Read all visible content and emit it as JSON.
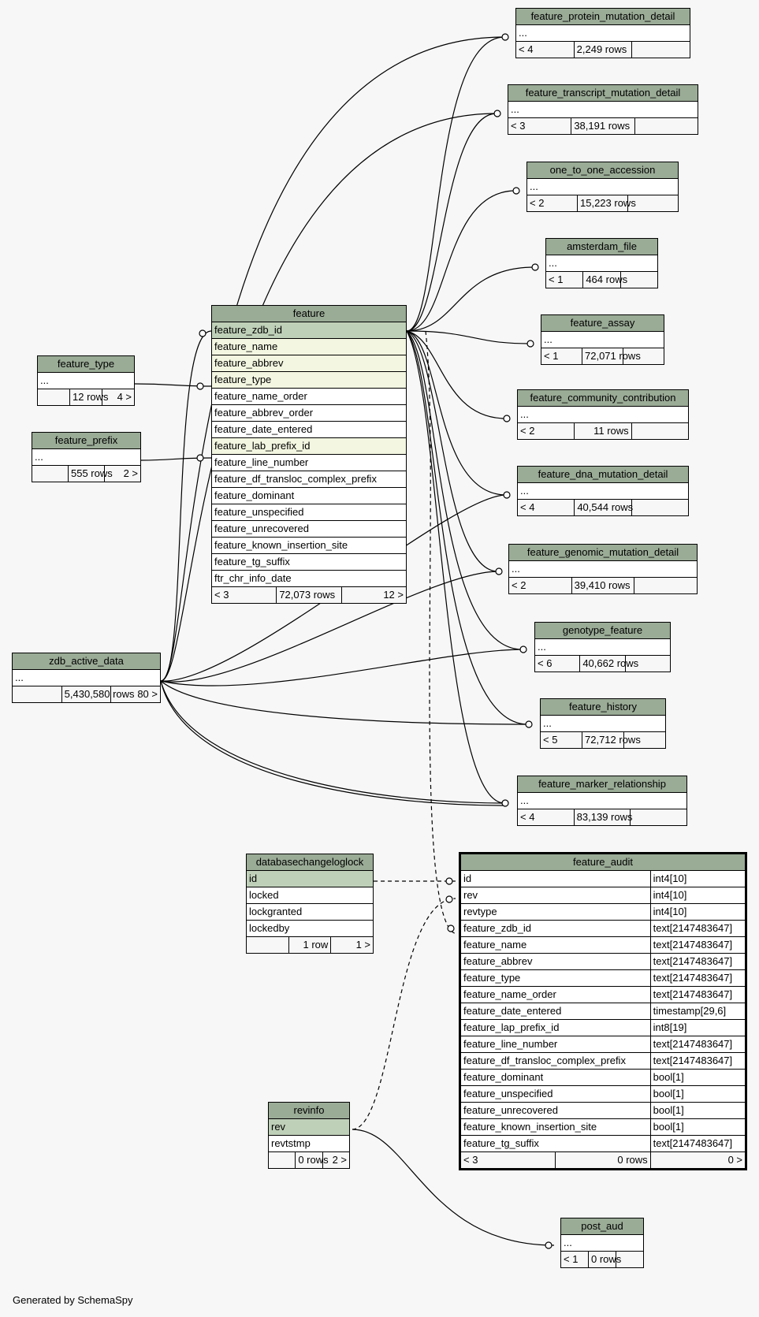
{
  "footer": "Generated by SchemaSpy",
  "tables": {
    "feature_protein_mutation_detail": {
      "name": "feature_protein_mutation_detail",
      "dots": "...",
      "parents": "< 4",
      "rows": "2,249 rows",
      "children": ""
    },
    "feature_transcript_mutation_detail": {
      "name": "feature_transcript_mutation_detail",
      "dots": "...",
      "parents": "< 3",
      "rows": "38,191 rows",
      "children": ""
    },
    "one_to_one_accession": {
      "name": "one_to_one_accession",
      "dots": "...",
      "parents": "< 2",
      "rows": "15,223 rows",
      "children": ""
    },
    "amsterdam_file": {
      "name": "amsterdam_file",
      "dots": "...",
      "parents": "< 1",
      "rows": "464 rows",
      "children": ""
    },
    "feature_assay": {
      "name": "feature_assay",
      "dots": "...",
      "parents": "< 1",
      "rows": "72,071 rows",
      "children": ""
    },
    "feature_community_contribution": {
      "name": "feature_community_contribution",
      "dots": "...",
      "parents": "< 2",
      "rows": "11 rows",
      "children": ""
    },
    "feature_dna_mutation_detail": {
      "name": "feature_dna_mutation_detail",
      "dots": "...",
      "parents": "< 4",
      "rows": "40,544 rows",
      "children": ""
    },
    "feature_genomic_mutation_detail": {
      "name": "feature_genomic_mutation_detail",
      "dots": "...",
      "parents": "< 2",
      "rows": "39,410 rows",
      "children": ""
    },
    "genotype_feature": {
      "name": "genotype_feature",
      "dots": "...",
      "parents": "< 6",
      "rows": "40,662 rows",
      "children": ""
    },
    "feature_history": {
      "name": "feature_history",
      "dots": "...",
      "parents": "< 5",
      "rows": "72,712 rows",
      "children": ""
    },
    "feature_marker_relationship": {
      "name": "feature_marker_relationship",
      "dots": "...",
      "parents": "< 4",
      "rows": "83,139 rows",
      "children": ""
    },
    "feature_type": {
      "name": "feature_type",
      "dots": "...",
      "parents": "",
      "rows": "12 rows",
      "children": "4 >"
    },
    "feature_prefix": {
      "name": "feature_prefix",
      "dots": "...",
      "parents": "",
      "rows": "555 rows",
      "children": "2 >"
    },
    "zdb_active_data": {
      "name": "zdb_active_data",
      "dots": "...",
      "parents": "",
      "rows": "5,430,580 rows",
      "children": "80 >"
    },
    "post_aud": {
      "name": "post_aud",
      "dots": "...",
      "parents": "< 1",
      "rows": "0 rows",
      "children": ""
    },
    "feature": {
      "name": "feature",
      "columns": [
        "feature_zdb_id",
        "feature_name",
        "feature_abbrev",
        "feature_type",
        "feature_name_order",
        "feature_abbrev_order",
        "feature_date_entered",
        "feature_lab_prefix_id",
        "feature_line_number",
        "feature_df_transloc_complex_prefix",
        "feature_dominant",
        "feature_unspecified",
        "feature_unrecovered",
        "feature_known_insertion_site",
        "feature_tg_suffix",
        "ftr_chr_info_date"
      ],
      "parents": "< 3",
      "rows": "72,073 rows",
      "children": "12 >"
    },
    "databasechangeloglock": {
      "name": "databasechangeloglock",
      "columns": [
        "id",
        "locked",
        "lockgranted",
        "lockedby"
      ],
      "parents": "",
      "rows": "1 row",
      "children": "1 >"
    },
    "revinfo": {
      "name": "revinfo",
      "columns": [
        "rev",
        "revtstmp"
      ],
      "parents": "",
      "rows": "0 rows",
      "children": "2 >"
    },
    "feature_audit": {
      "name": "feature_audit",
      "columns": [
        {
          "name": "id",
          "type": "int4[10]"
        },
        {
          "name": "rev",
          "type": "int4[10]"
        },
        {
          "name": "revtype",
          "type": "int4[10]"
        },
        {
          "name": "feature_zdb_id",
          "type": "text[2147483647]"
        },
        {
          "name": "feature_name",
          "type": "text[2147483647]"
        },
        {
          "name": "feature_abbrev",
          "type": "text[2147483647]"
        },
        {
          "name": "feature_type",
          "type": "text[2147483647]"
        },
        {
          "name": "feature_name_order",
          "type": "text[2147483647]"
        },
        {
          "name": "feature_date_entered",
          "type": "timestamp[29,6]"
        },
        {
          "name": "feature_lap_prefix_id",
          "type": "int8[19]"
        },
        {
          "name": "feature_line_number",
          "type": "text[2147483647]"
        },
        {
          "name": "feature_df_transloc_complex_prefix",
          "type": "text[2147483647]"
        },
        {
          "name": "feature_dominant",
          "type": "bool[1]"
        },
        {
          "name": "feature_unspecified",
          "type": "bool[1]"
        },
        {
          "name": "feature_unrecovered",
          "type": "bool[1]"
        },
        {
          "name": "feature_known_insertion_site",
          "type": "bool[1]"
        },
        {
          "name": "feature_tg_suffix",
          "type": "text[2147483647]"
        }
      ],
      "parents": "< 3",
      "rows": "0 rows",
      "children": "0 >"
    }
  }
}
